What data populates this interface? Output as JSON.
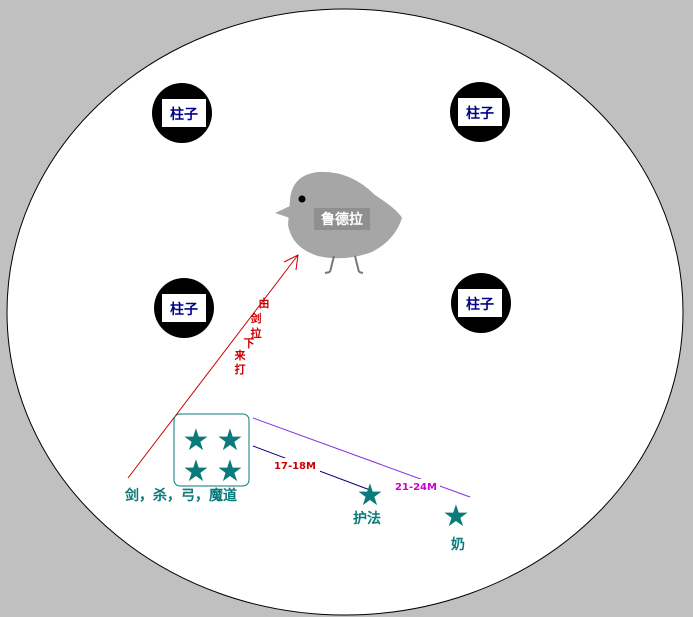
{
  "pillars": [
    "柱子",
    "柱子",
    "柱子",
    "柱子"
  ],
  "boss": {
    "name": "鲁德拉"
  },
  "strategy_note": [
    "由",
    "剑",
    "拉",
    "下",
    "来",
    "打"
  ],
  "groups": {
    "melee": {
      "label": "剑，杀，弓，魔道"
    },
    "guardian": {
      "label": "护法"
    },
    "healer": {
      "label": "奶"
    }
  },
  "distances": {
    "guardian": "17-18M",
    "healer": "21-24M"
  },
  "colors": {
    "background": "#c0c0c0",
    "arena": "#ffffff",
    "pillar": "#000000",
    "star": "#0a7a7a",
    "arrow": "#cc0000",
    "boss": "#a6a6a6",
    "range_line_healer": "#8a2be2"
  }
}
